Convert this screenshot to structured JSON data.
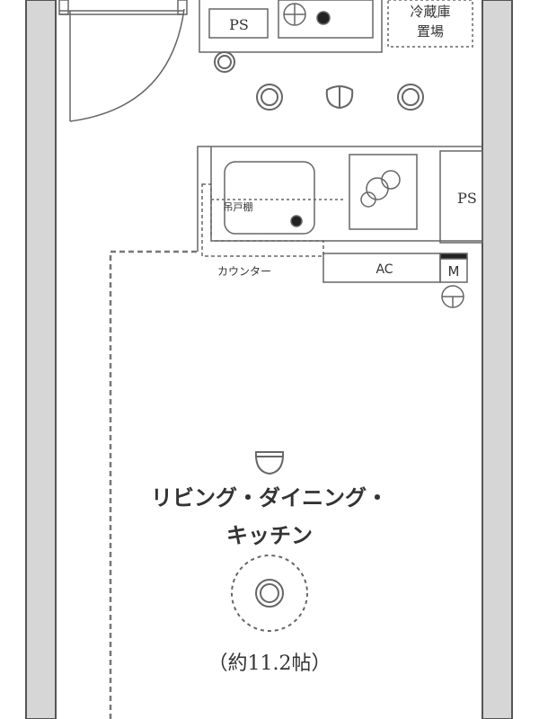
{
  "floorplan": {
    "ps_top": "PS",
    "ps_right": "PS",
    "fridge_space_line1": "冷蔵庫",
    "fridge_space_line2": "置場",
    "hanging_cabinet": "吊戸棚",
    "counter": "カウンター",
    "ac": "AC",
    "meter": "M",
    "room_name_line1": "リビング・ダイニング・",
    "room_name_line2": "キッチン",
    "room_area": "（約11.2帖）"
  },
  "colors": {
    "wall": "#d6d6d6",
    "line": "#555555"
  }
}
